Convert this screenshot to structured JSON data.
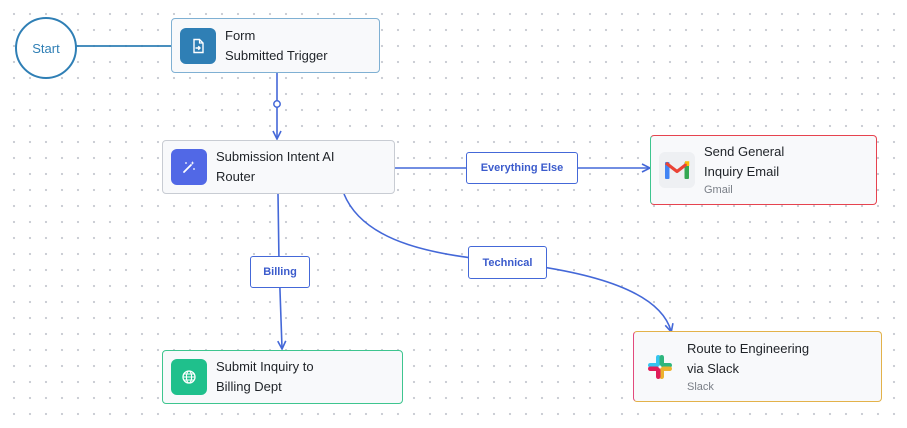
{
  "start": {
    "label": "Start"
  },
  "nodes": {
    "form_trigger": {
      "title_line1": "Form",
      "title_line2": "Submitted Trigger",
      "icon": "form-icon",
      "color": "#2f7fb5"
    },
    "router": {
      "title_line1": "Submission Intent AI",
      "title_line2": "Router",
      "icon": "magic-wand-icon",
      "color": "#5168e6"
    },
    "gmail": {
      "title_line1": "Send General",
      "title_line2": "Inquiry Email",
      "subtitle": "Gmail",
      "icon": "gmail-icon"
    },
    "billing": {
      "title_line1": "Submit Inquiry to",
      "title_line2": "Billing Dept",
      "icon": "globe-icon",
      "color": "#1fc08c"
    },
    "slack": {
      "title_line1": "Route to Engineering",
      "title_line2": "via Slack",
      "subtitle": "Slack",
      "icon": "slack-icon"
    }
  },
  "edge_labels": {
    "everything_else": "Everything Else",
    "billing": "Billing",
    "technical": "Technical"
  },
  "colors": {
    "edge": "#4468d8",
    "start": "#2f7fb5",
    "gmail_border": "#e6434f",
    "billing_border": "#3ec58f",
    "slack_border": "#e3b24a"
  }
}
